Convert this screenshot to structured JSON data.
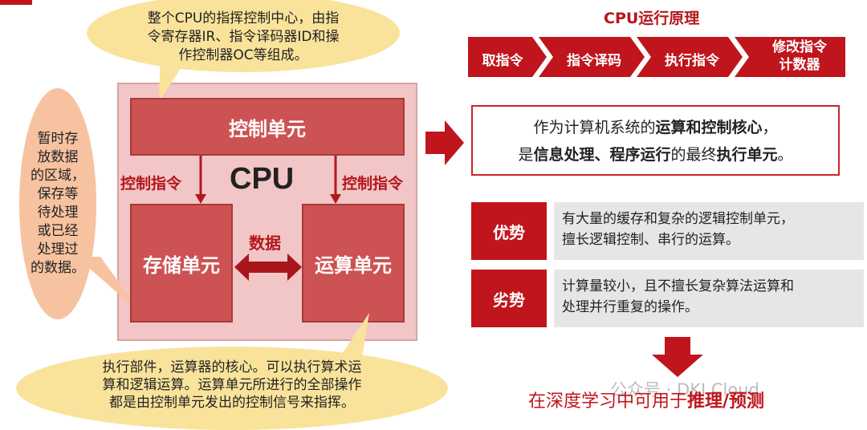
{
  "colors": {
    "accent_red": "#c0151c",
    "unit_fill": "#cd5253",
    "bubble_yellow": "#f9e39b",
    "bubble_peach": "#f6c2a0"
  },
  "top_bubble": {
    "lines": [
      "整个CPU的指挥控制中心，由指",
      "令寄存器IR、指令译码器ID和操",
      "作控制器OC等组成。"
    ]
  },
  "left_bubble": {
    "lines": [
      "暂时存",
      "放数据",
      "的区域，",
      "保存等",
      "待处理",
      "或已经",
      "处理过",
      "的数据。"
    ]
  },
  "bottom_bubble": {
    "lines": [
      "执行部件，运算器的核心。可以执行算术运",
      "算和逻辑运算。运算单元所进行的全部操作",
      "都是由控制单元发出的控制信号来指挥。"
    ]
  },
  "cpu": {
    "title": "CPU",
    "control_unit": "控制单元",
    "storage_unit": "存储单元",
    "alu_unit": "运算单元",
    "left_arrow_label": "控制指令",
    "right_arrow_label": "控制指令",
    "data_label": "数据"
  },
  "principle": {
    "title": "CPU运行原理",
    "steps": [
      "取指令",
      "指令译码",
      "执行指令",
      "修改指令",
      "计数器"
    ]
  },
  "core": {
    "line1_pre": "作为计算机系统的",
    "line1_bold": "运算和控制核心",
    "line1_post": "，",
    "line2_pre": "是",
    "line2_bold": "信息处理、程序运行",
    "line2_mid": "的最终",
    "line2_bold2": "执行单元",
    "line2_post": "。"
  },
  "advantage": {
    "tag": "优势",
    "lines": [
      "有大量的缓存和复杂的逻辑控制单元，",
      "擅长逻辑控制、串行的运算。"
    ]
  },
  "disadvantage": {
    "tag": "劣势",
    "lines": [
      "计算量较小，且不擅长复杂算法运算和",
      "处理并行重复的操作。"
    ]
  },
  "conclusion": {
    "pre": "在深度学习中可用于",
    "bold": "推理/预测"
  },
  "watermark": "公众号 · DKI Cloud"
}
